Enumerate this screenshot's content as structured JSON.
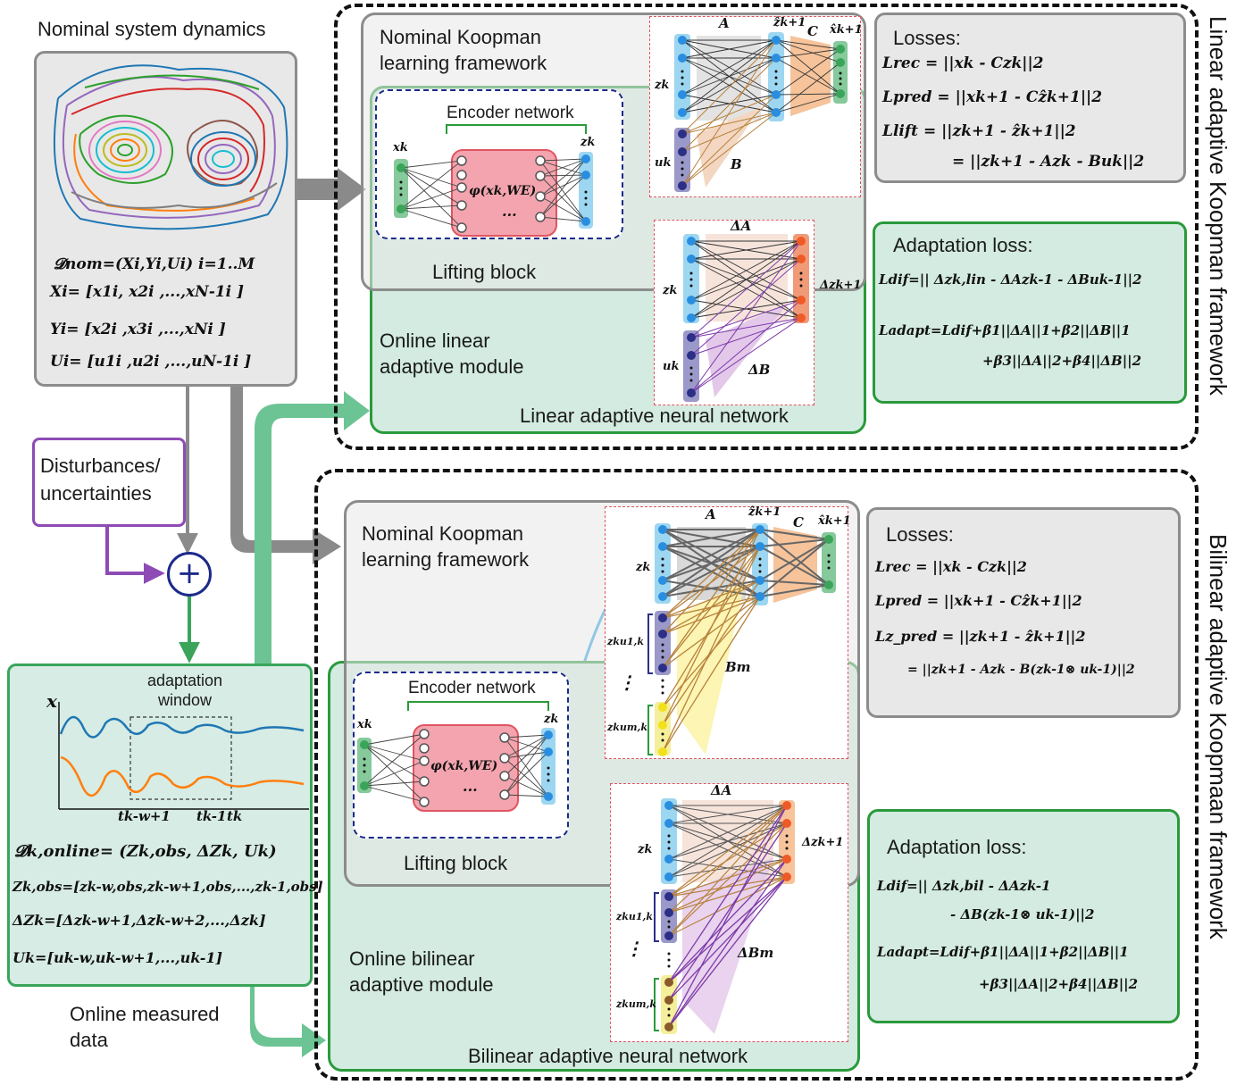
{
  "nominal": {
    "title": "Nominal system dynamics",
    "eq_D": "𝓓nom=(Xi,Yi,Ui) i=1..M",
    "eq_X": "Xi= [x1i, x2i ,...,xN-1i ]",
    "eq_Y": "Yi= [x2i ,x3i ,...,xNi ]",
    "eq_U": "Ui= [u1i ,u2i ,...,uN-1i ]"
  },
  "disturbance": {
    "label": "Disturbances/ uncertainties",
    "sum_symbol": "+"
  },
  "online_data": {
    "window_label": "adaptation window",
    "axis_x": "x",
    "tick1": "tk-w+1",
    "tick2": "tk-1",
    "tick3": "tk",
    "eq_D": "𝓓k,online= (Zk,obs, ΔZk, Uk)",
    "eq_Z": "Zk,obs=[zk-w,obs,zk-w+1,obs,...,zk-1,obs]",
    "eq_dZ": "ΔZk=[Δzk-w+1,Δzk-w+2,...,Δzk]",
    "eq_U": "Uk=[uk-w,uk-w+1,...,uk-1]",
    "caption": "Online measured data"
  },
  "linear": {
    "side_title": "Linear adaptive Koopman framework",
    "koopman_title": "Nominal Koopman learning framework",
    "encoder_label": "Encoder network",
    "lifting_label": "Lifting block",
    "phi_label": "φ(xk,WE)",
    "ellipsis": "...",
    "module_label": "Online linear adaptive module",
    "network_label": "Linear adaptive neural network",
    "losses_title": "Losses:",
    "loss_rec": "Lrec = ||xk - Czk||2",
    "loss_pred": "Lpred = ||xk+1 - Cẑk+1||2",
    "loss_lift1": "Llift = ||zk+1 - ẑk+1||2",
    "loss_lift2": "= ||zk+1 - Azk - Buk||2",
    "adapt_title": "Adaptation loss:",
    "adapt_dif": "Ldif=|| Δzk,lin - ΔAzk-1 - ΔBuk-1||2",
    "adapt_adapt1": "Ladapt=Ldif+β1||ΔA||1+β2||ΔB||1",
    "adapt_adapt2": "+β3||ΔA||2+β4||ΔB||2",
    "net_A": "A",
    "net_B": "B",
    "net_C": "C",
    "net_zk": "zk",
    "net_uk": "uk",
    "net_zhat": "ẑk+1",
    "net_xhat": "x̂k+1",
    "net_xk": "xk",
    "net_dA": "ΔA",
    "net_dB": "ΔB",
    "net_dz": "Δzk+1"
  },
  "bilinear": {
    "side_title": "Bilinear adaptive Koopmaan framework",
    "koopman_title": "Nominal Koopman learning framework",
    "encoder_label": "Encoder network",
    "lifting_label": "Lifting block",
    "phi_label": "φ(xk,WE)",
    "ellipsis": "...",
    "module_label": "Online bilinear adaptive module",
    "network_label": "Bilinear adaptive neural network",
    "losses_title": "Losses:",
    "loss_rec": "Lrec = ||xk - Czk||2",
    "loss_pred": "Lpred = ||xk+1 - Cẑk+1||2",
    "loss_zpred1": "Lz_pred = ||zk+1 - ẑk+1||2",
    "loss_zpred2": "= ||zk+1 - Azk - B(zk-1⊗ uk-1)||2",
    "adapt_title": "Adaptation loss:",
    "adapt_dif1": "Ldif=|| Δzk,bil - ΔAzk-1",
    "adapt_dif2": "- ΔB(zk-1⊗ uk-1)||2",
    "adapt_adapt1": "Ladapt=Ldif+β1||ΔA||1+β2||ΔB||1",
    "adapt_adapt2": "+β3||ΔA||2+β4||ΔB||2",
    "net_A": "A",
    "net_Bm": "Bm",
    "net_C": "C",
    "net_zk": "zk",
    "net_zu1": "zku1,k",
    "net_zum": "zkum,k",
    "net_zhat": "ẑk+1",
    "net_xhat": "x̂k+1",
    "net_xk": "xk",
    "net_dA": "ΔA",
    "net_dBm": "ΔBm",
    "net_dz": "Δzk+1",
    "vdots": "⋮"
  },
  "colors": {
    "gray_box": "#e8e8e8",
    "gray_border": "#8c8c8c",
    "green_fill": "#d3ebe0",
    "green_border": "#2a9a3c",
    "green_arrow": "#6cc494",
    "gray_arrow": "#8a8a8a",
    "purple": "#8e4bb5",
    "node_blue": "#2a8ee0",
    "node_navy": "#2b2f86",
    "node_green": "#3aa55a",
    "node_red": "#ef5a27",
    "node_yellow": "#f2e01a",
    "node_brown": "#8a5a2b",
    "encoder_red": "#f3a4ae"
  }
}
